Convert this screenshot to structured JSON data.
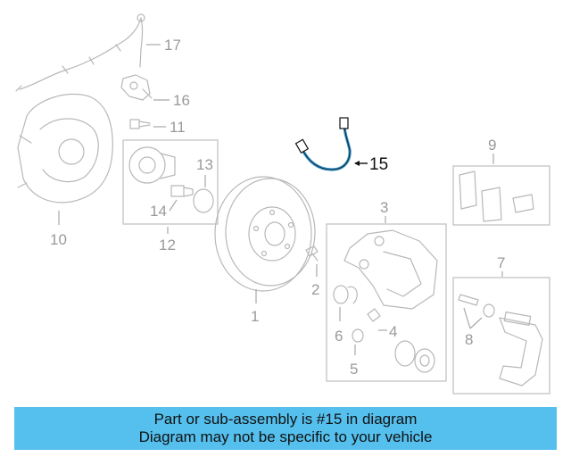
{
  "callouts": {
    "c1": "1",
    "c2": "2",
    "c3": "3",
    "c4": "4",
    "c5": "5",
    "c6": "6",
    "c7": "7",
    "c8": "8",
    "c9": "9",
    "c10": "10",
    "c11": "11",
    "c12": "12",
    "c13": "13",
    "c14": "14",
    "c15": "15",
    "c16": "16",
    "c17": "17"
  },
  "highlight": {
    "part_number": "15",
    "color": "#2f8fc6"
  },
  "banner": {
    "line1": "Part or sub-assembly is #15 in diagram",
    "line2": "Diagram may not be specific to your vehicle",
    "background": "#55c0ee"
  }
}
